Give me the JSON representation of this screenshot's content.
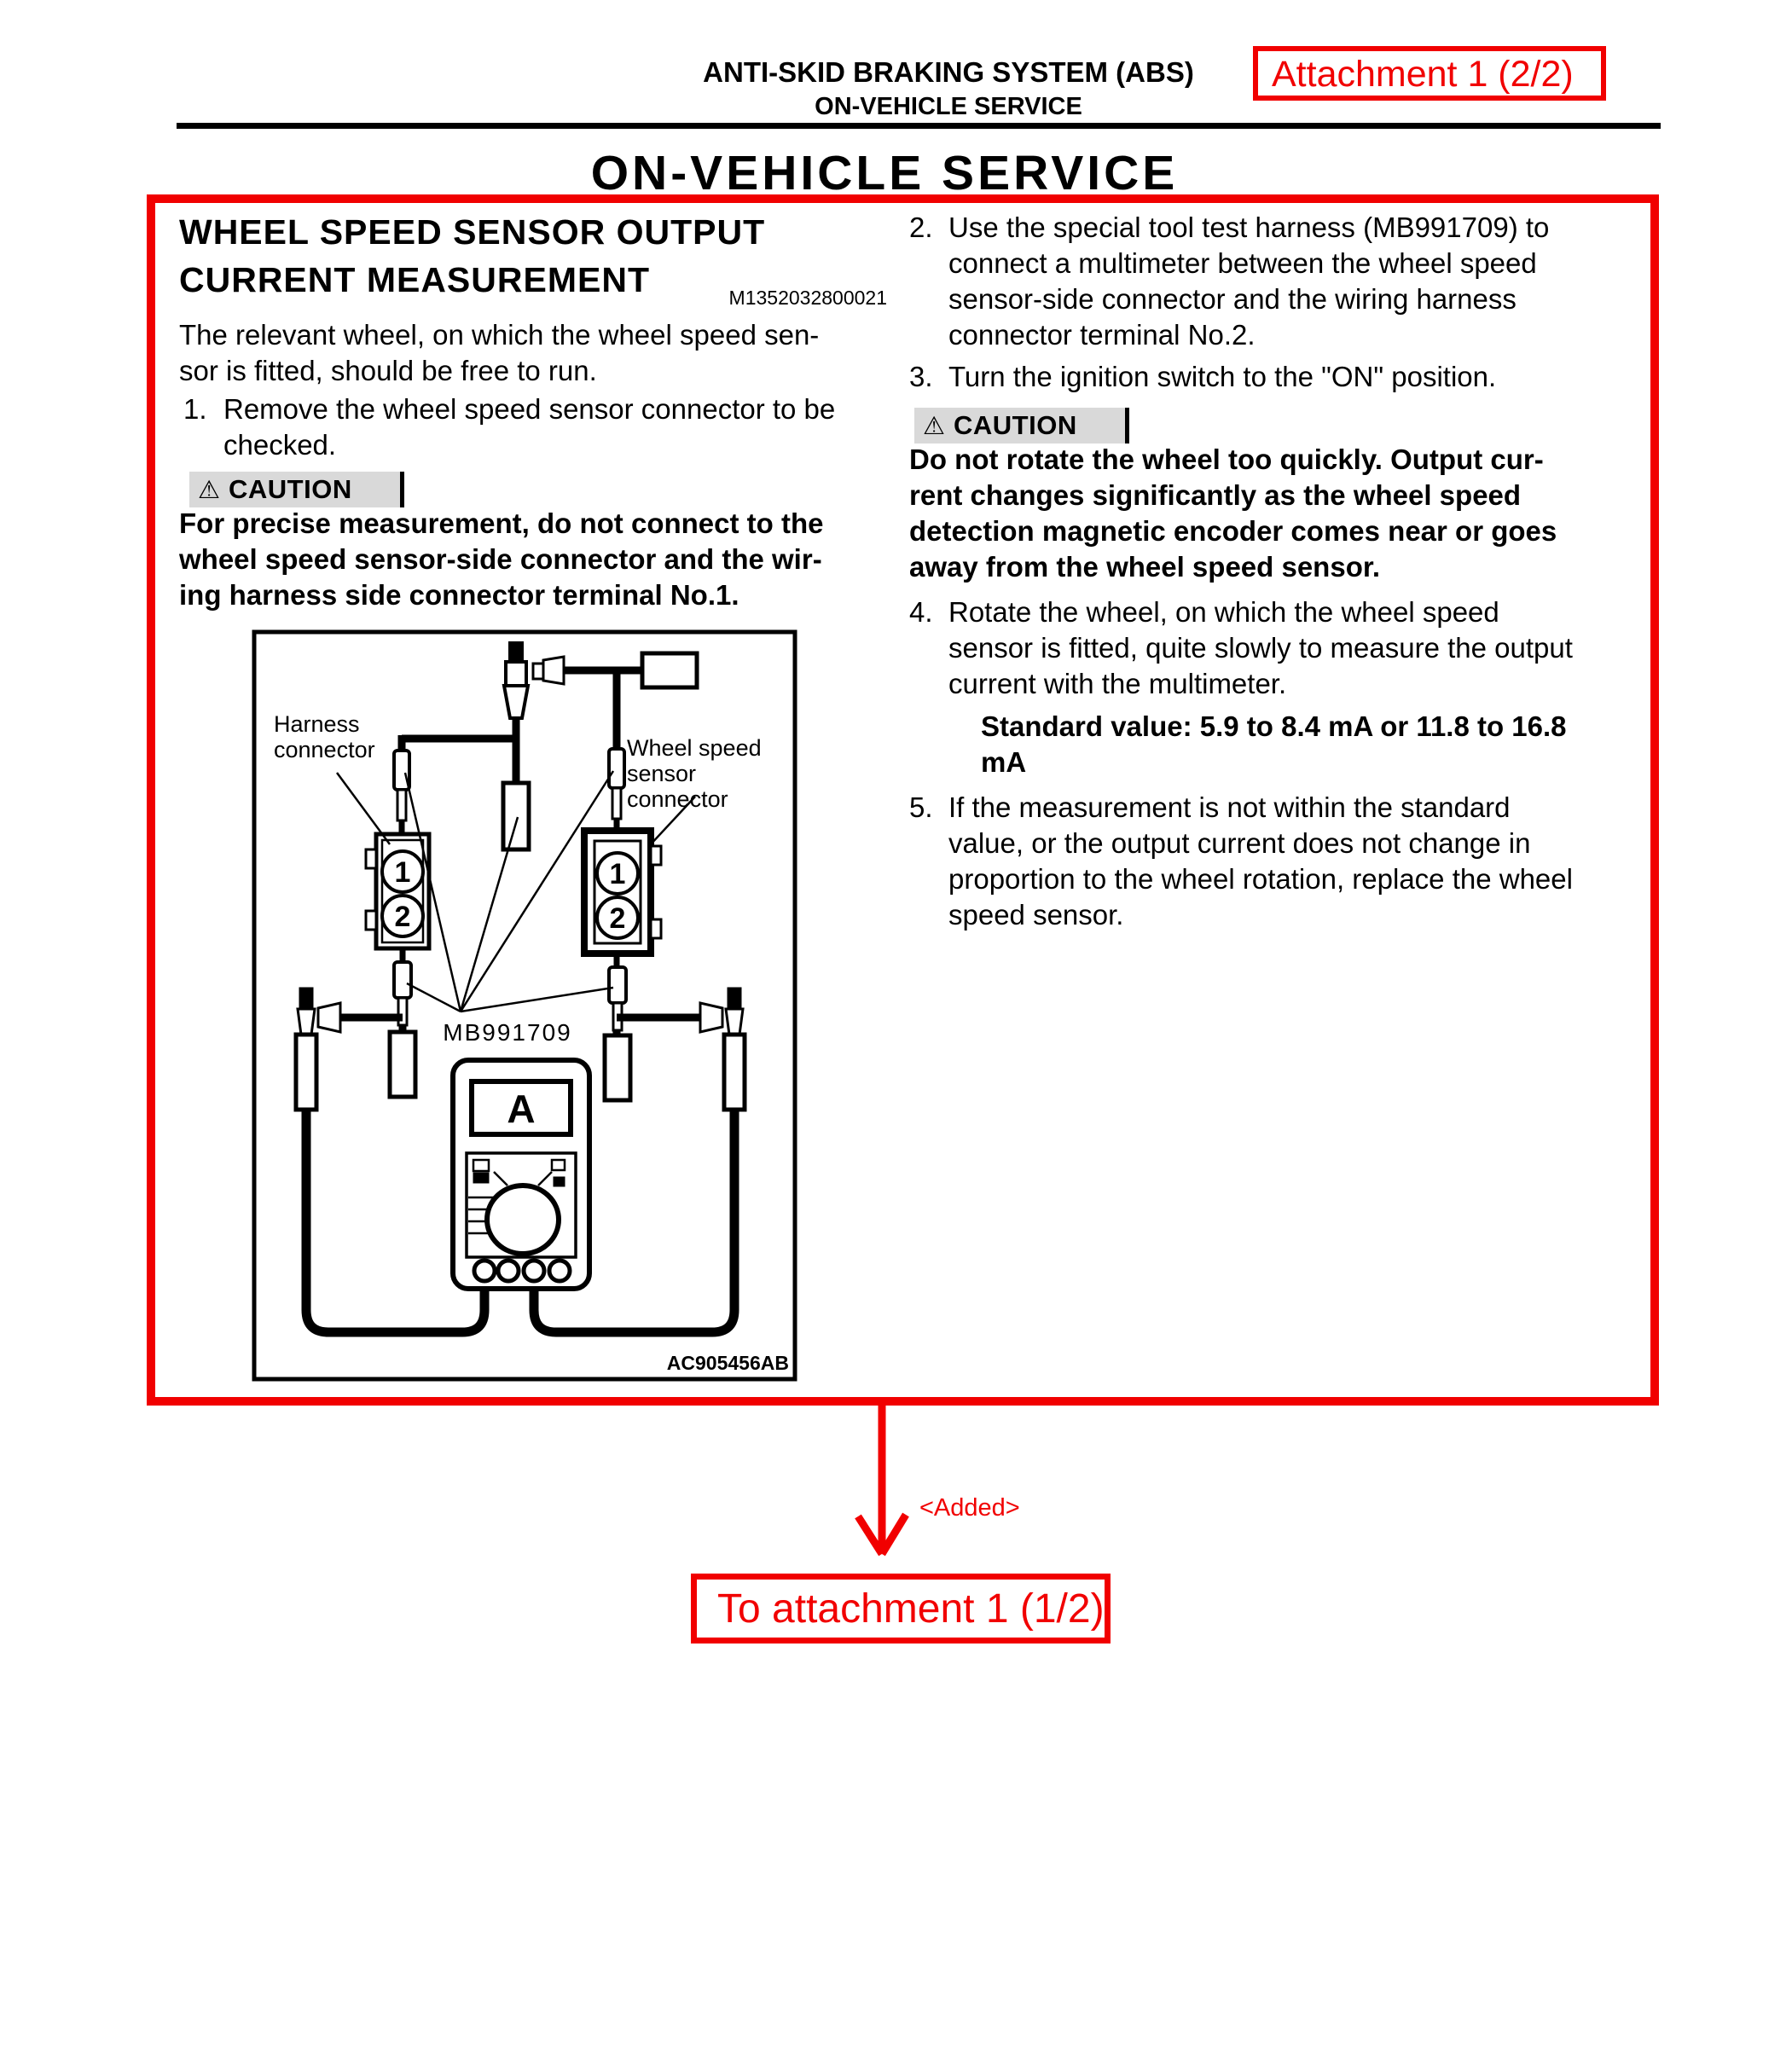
{
  "header": {
    "doc_section_line1": "ANTI-SKID BRAKING SYSTEM (ABS)",
    "doc_section_line2": "ON-VEHICLE SERVICE",
    "attachment_badge": "Attachment 1 (2/2)",
    "page_title": "ON-VEHICLE SERVICE"
  },
  "left_column": {
    "heading_line1": "WHEEL SPEED SENSOR OUTPUT",
    "heading_line2": "CURRENT MEASUREMENT",
    "doc_code": "M1352032800021",
    "intro_lines": [
      "The relevant wheel, on which the wheel speed sen-",
      "sor is fitted, should be free to run."
    ],
    "step1_number": "1.",
    "step1_lines": [
      "Remove the wheel speed sensor connector to be",
      "checked."
    ],
    "caution_icon": "⚠",
    "caution_label": "CAUTION",
    "caution_lines": [
      "For precise measurement, do not connect to the",
      "wheel speed sensor-side connector and the wir-",
      "ing harness side connector terminal No.1."
    ]
  },
  "right_column": {
    "step2_number": "2.",
    "step2_lines": [
      "Use the special tool test harness (MB991709) to",
      "connect a multimeter between the wheel speed",
      "sensor-side connector and the wiring harness",
      "connector terminal No.2."
    ],
    "step3_number": "3.",
    "step3_lines": [
      "Turn the ignition switch to the \"ON\" position."
    ],
    "caution_icon": "⚠",
    "caution_label": "CAUTION",
    "caution_lines": [
      "Do not rotate the wheel too quickly. Output cur-",
      "rent changes significantly as the wheel speed",
      "detection magnetic encoder comes near or goes",
      "away from the wheel speed sensor."
    ],
    "step4_number": "4.",
    "step4_lines": [
      "Rotate the wheel, on which the wheel speed",
      "sensor is fitted, quite slowly to measure the output",
      "current with the multimeter."
    ],
    "standard_value_lines": [
      "Standard value: 5.9 to 8.4 mA or 11.8 to 16.8",
      "mA"
    ],
    "step5_number": "5.",
    "step5_lines": [
      "If the measurement is not within the standard",
      "value, or the output current does not change in",
      "proportion to the wheel rotation, replace the wheel",
      "speed sensor."
    ]
  },
  "diagram": {
    "harness_label_lines": [
      "Harness",
      "connector"
    ],
    "sensor_label_lines": [
      "Wheel speed",
      "sensor",
      "connector"
    ],
    "terminal_1": "1",
    "terminal_2": "2",
    "tool_code": "MB991709",
    "meter_display": "A",
    "figure_code": "AC905456AB"
  },
  "annotations": {
    "added_note": "<Added>",
    "to_attachment_label": "To attachment 1 (1/2)"
  }
}
